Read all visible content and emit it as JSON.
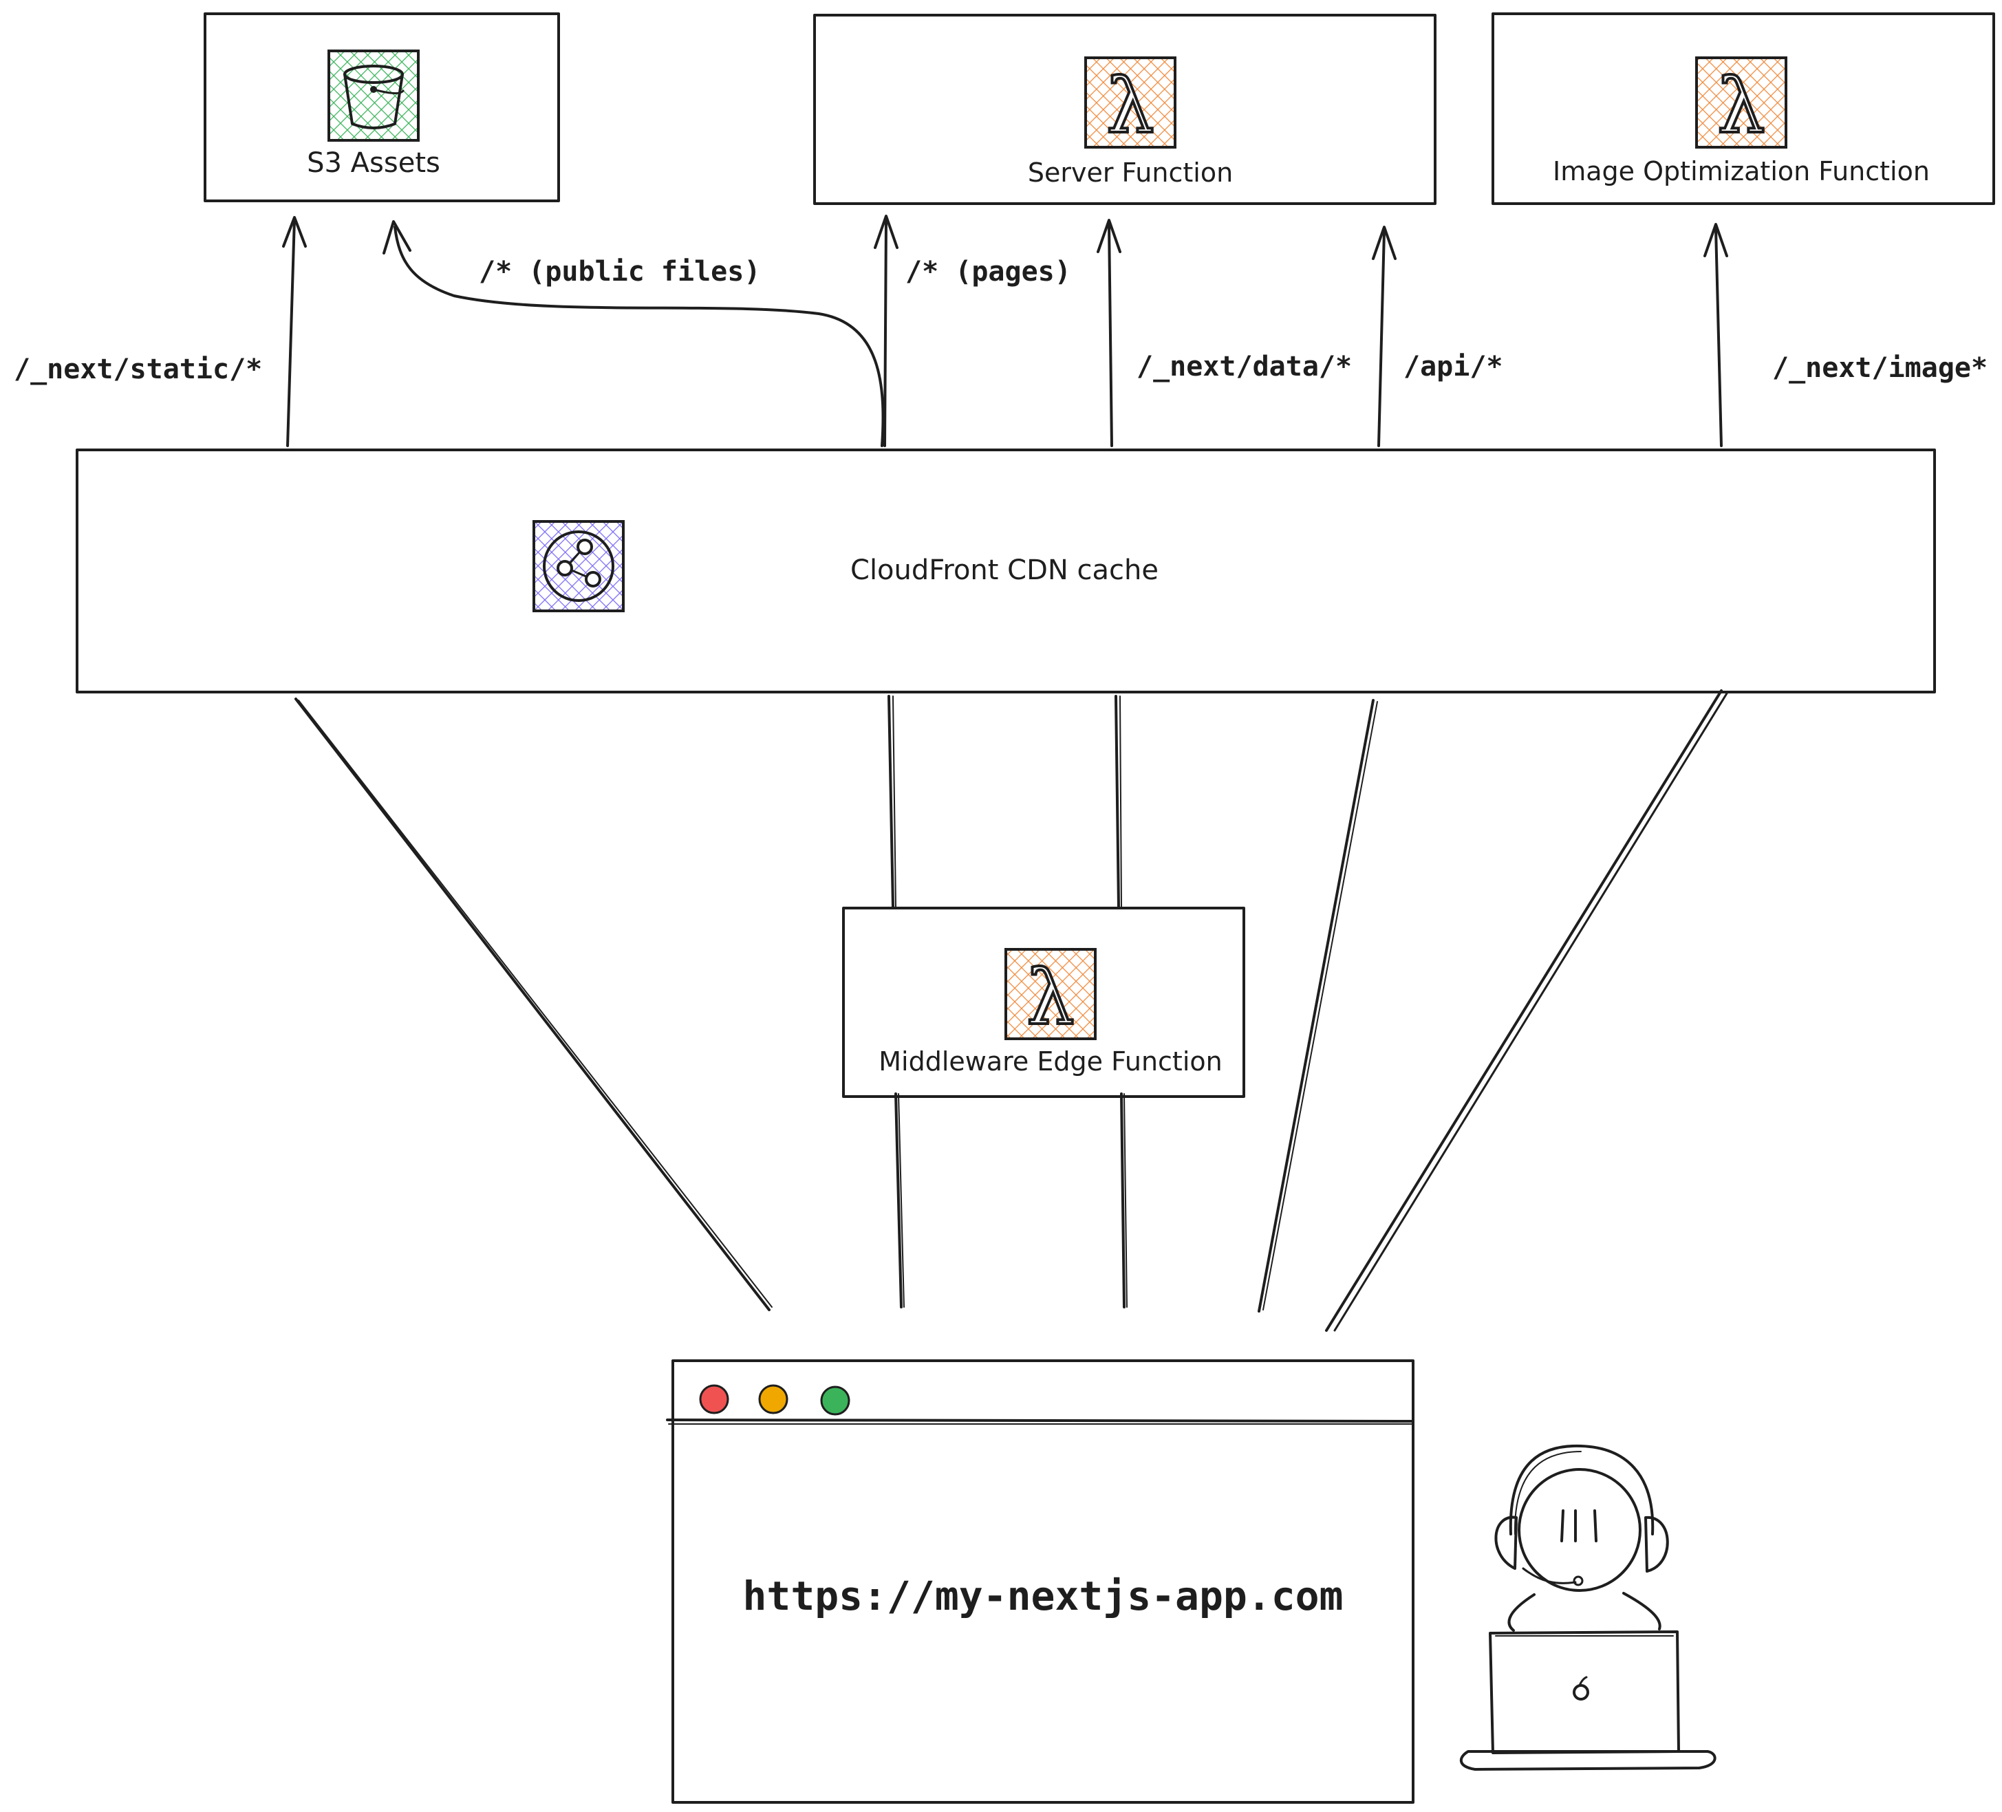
{
  "nodes": {
    "s3": {
      "label": "S3 Assets",
      "icon": "s3-bucket-icon",
      "color": "#3bb35a"
    },
    "server": {
      "label": "Server Function",
      "icon": "lambda-icon",
      "color": "#f08a3c"
    },
    "image": {
      "label": "Image Optimization Function",
      "icon": "lambda-icon",
      "color": "#f08a3c"
    },
    "cloudfront": {
      "label": "CloudFront CDN cache",
      "icon": "cloudfront-icon",
      "color": "#7b6cf6"
    },
    "middleware": {
      "label": "Middleware Edge Function",
      "icon": "lambda-icon",
      "color": "#f08a3c"
    },
    "browser": {
      "url": "https://my-nextjs-app.com",
      "dot_colors": [
        "#f05252",
        "#f0a800",
        "#3bb35a"
      ]
    },
    "user": {
      "icon": "user-with-headset-and-laptop-icon"
    }
  },
  "routes": {
    "next_static": "/_next/static/*",
    "public_files": "/* (public files)",
    "pages": "/* (pages)",
    "next_data": "/_next/data/*",
    "api": "/api/*",
    "next_image": "/_next/image*"
  }
}
